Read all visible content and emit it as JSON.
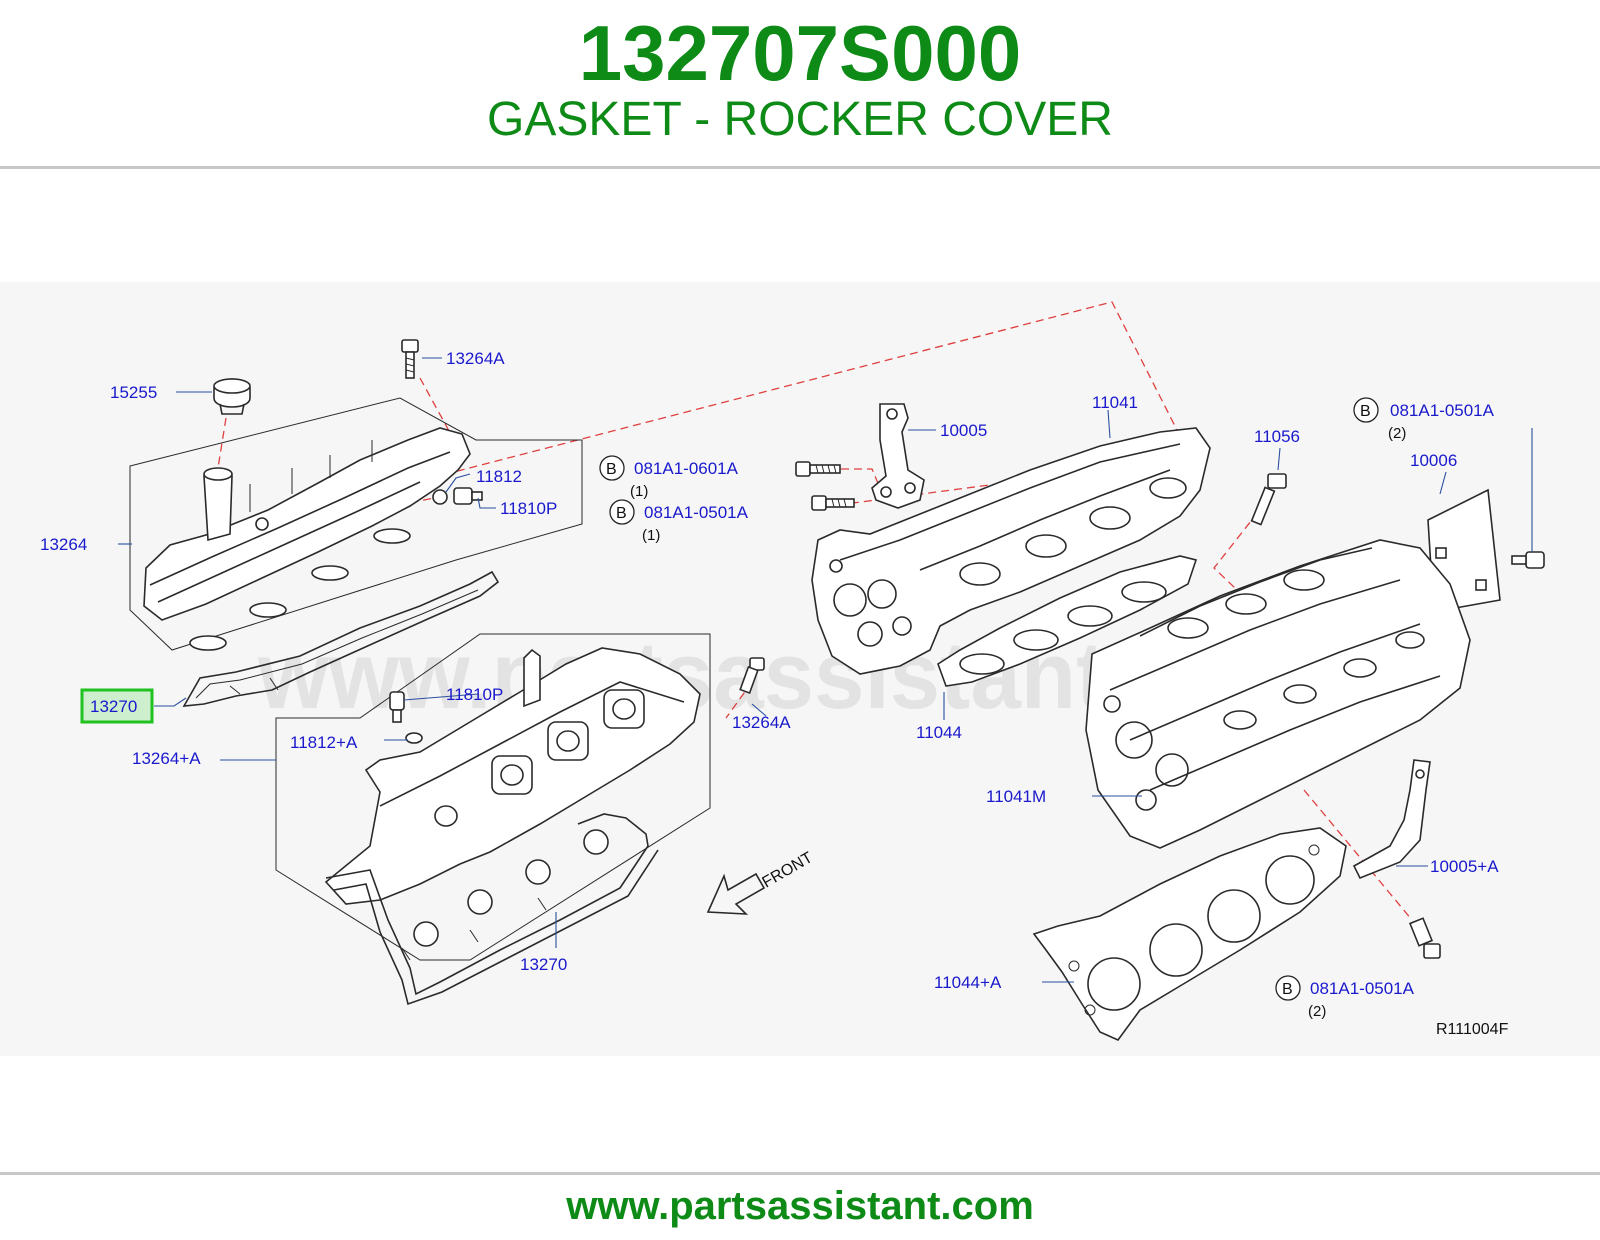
{
  "header": {
    "part_number": "132707S000",
    "part_name": "GASKET - ROCKER COVER"
  },
  "diagram": {
    "watermark": "www.partsassistant.com",
    "highlighted_callout": "13270",
    "highlight_color": "#1fc21f",
    "brand_color": "#0e8a16",
    "callout_color": "#1a1acc",
    "leader_color": "#2a4fa0",
    "dashed_line_color": "#e04040",
    "front_label": "FRONT",
    "reference_code": "R111004F",
    "callouts": {
      "c15255": "15255",
      "c13264A_top": "13264A",
      "c11812": "11812",
      "c11810P_top": "11810P",
      "c13264": "13264",
      "c13270_left": "13270",
      "c11810P_bottom": "11810P",
      "c11812A": "11812+A",
      "c13264A_right": "13264A",
      "c13264_A": "13264+A",
      "c13270_bottom": "13270",
      "c10005": "10005",
      "c11041": "11041",
      "c11056": "11056",
      "c10006": "10006",
      "c11044": "11044",
      "c11041M": "11041M",
      "c10005A": "10005+A",
      "c11044A": "11044+A"
    },
    "bolts": {
      "b1_code": "081A1-0601A",
      "b1_qty": "(1)",
      "b2_code": "081A1-0501A",
      "b2_qty": "(1)",
      "b3_code": "081A1-0501A",
      "b3_qty": "(2)",
      "b4_code": "081A1-0501A",
      "b4_qty": "(2)",
      "badge_letter": "B"
    }
  },
  "footer": {
    "url": "www.partsassistant.com"
  }
}
